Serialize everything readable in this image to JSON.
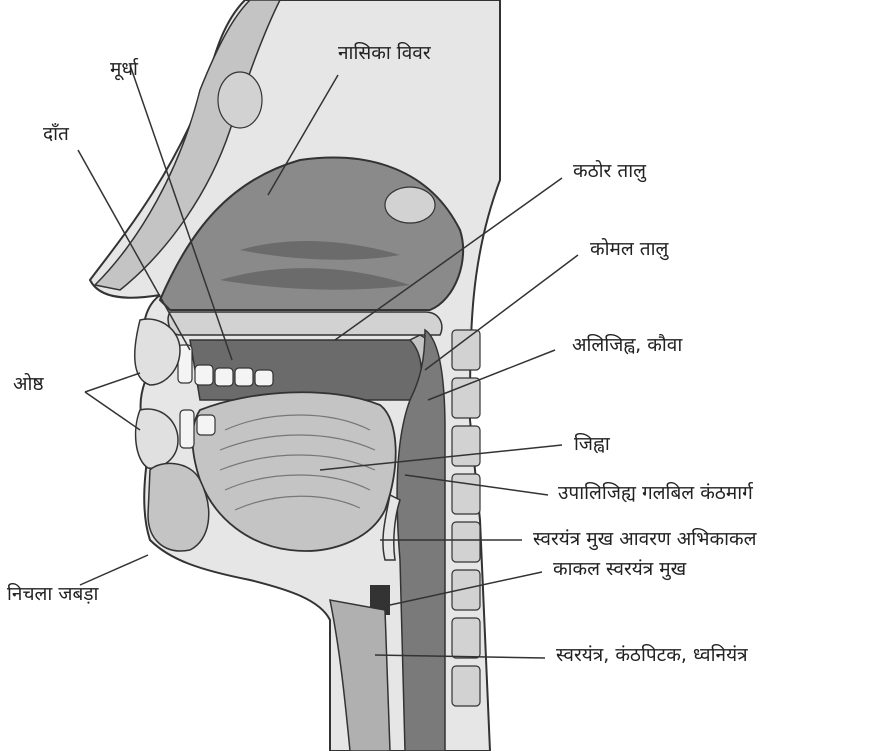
{
  "labels": {
    "nasal_cavity": "नासिका विवर",
    "palate_roof": "मूर्धा",
    "teeth": "दाँत",
    "hard_palate": "कठोर तालु",
    "soft_palate": "कोमल तालु",
    "lips": "ओष्ठ",
    "uvula": "अलिजिह्व, कौवा",
    "tongue": "जिह्वा",
    "pharynx": "उपालिजिह्य गलबिल कंठमार्ग",
    "epiglottis": "स्वरयंत्र मुख आवरण अभिकाकल",
    "glottis": "काकल स्वरयंत्र मुख",
    "larynx": "स्वरयंत्र, कंठपिटक, ध्वनियंत्र",
    "lower_jaw": "निचला जबड़ा"
  },
  "colors": {
    "line": "#333333",
    "tissue_light": "#e6e6e6",
    "tissue_mid": "#c4c4c4",
    "cavity_dark": "#8a8a8a",
    "cavity_darker": "#6b6b6b",
    "bone": "#d2d2d2"
  }
}
